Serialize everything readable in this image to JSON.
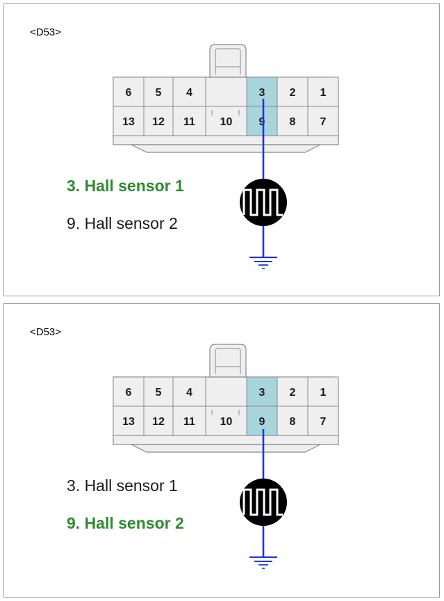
{
  "colors": {
    "active": "#2e8b2e",
    "wire": "#1f35d6",
    "highlight_cell": "#a8d4dc",
    "connector_fill": "#efefef",
    "connector_stroke": "#888888"
  },
  "panels": [
    {
      "connector_id": "<D53>",
      "highlight_pin": "3",
      "connector": {
        "top_row": [
          "6",
          "5",
          "4",
          "",
          "3",
          "2",
          "1"
        ],
        "bottom_row": [
          "13",
          "12",
          "11",
          "10",
          "9",
          "8",
          "7"
        ]
      },
      "legend": [
        {
          "text": "3. Hall sensor 1",
          "active": true
        },
        {
          "text": "9. Hall sensor 2",
          "active": false
        }
      ],
      "signal_icon": "square-wave-icon",
      "ground_icon": "ground-icon"
    },
    {
      "connector_id": "<D53>",
      "highlight_pin": "9",
      "connector": {
        "top_row": [
          "6",
          "5",
          "4",
          "",
          "3",
          "2",
          "1"
        ],
        "bottom_row": [
          "13",
          "12",
          "11",
          "10",
          "9",
          "8",
          "7"
        ]
      },
      "legend": [
        {
          "text": "3. Hall sensor 1",
          "active": false
        },
        {
          "text": "9. Hall sensor 2",
          "active": true
        }
      ],
      "signal_icon": "square-wave-icon",
      "ground_icon": "ground-icon"
    }
  ]
}
